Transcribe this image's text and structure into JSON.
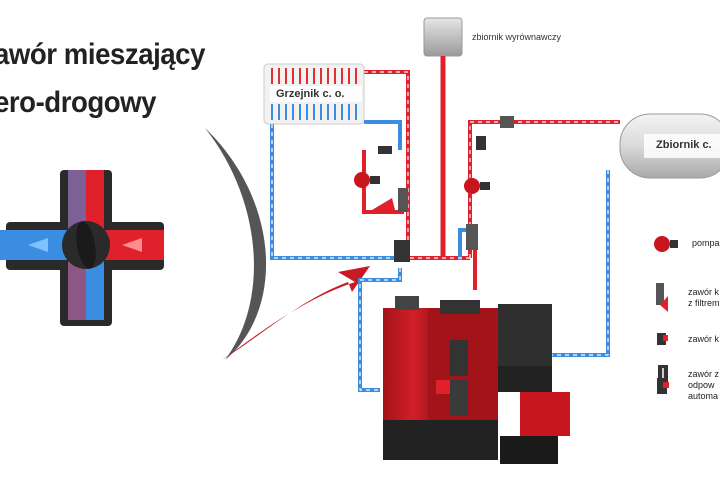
{
  "title_line1": "awór mieszający",
  "title_line2": "ero-drogowy",
  "labels": {
    "expansion_tank": "zbiornik wyrównawczy",
    "radiator": "Grzejnik c. o.",
    "tank": "Zbiornik c."
  },
  "legend": [
    {
      "icon": "pump-icon",
      "line1": "pompa",
      "line2": ""
    },
    {
      "icon": "filter-valve-icon",
      "line1": "zawór k",
      "line2": "z filtrem"
    },
    {
      "icon": "valve-icon",
      "line1": "zawór k",
      "line2": ""
    },
    {
      "icon": "safety-valve-icon",
      "line1": "zawór z",
      "line2": ""
    },
    {
      "icon": "vent-icon",
      "line1": "odpow",
      "line2": "automa"
    }
  ],
  "colors": {
    "hot": "#e0202a",
    "cold": "#2f8ee0",
    "boiler": "#c8161e"
  }
}
